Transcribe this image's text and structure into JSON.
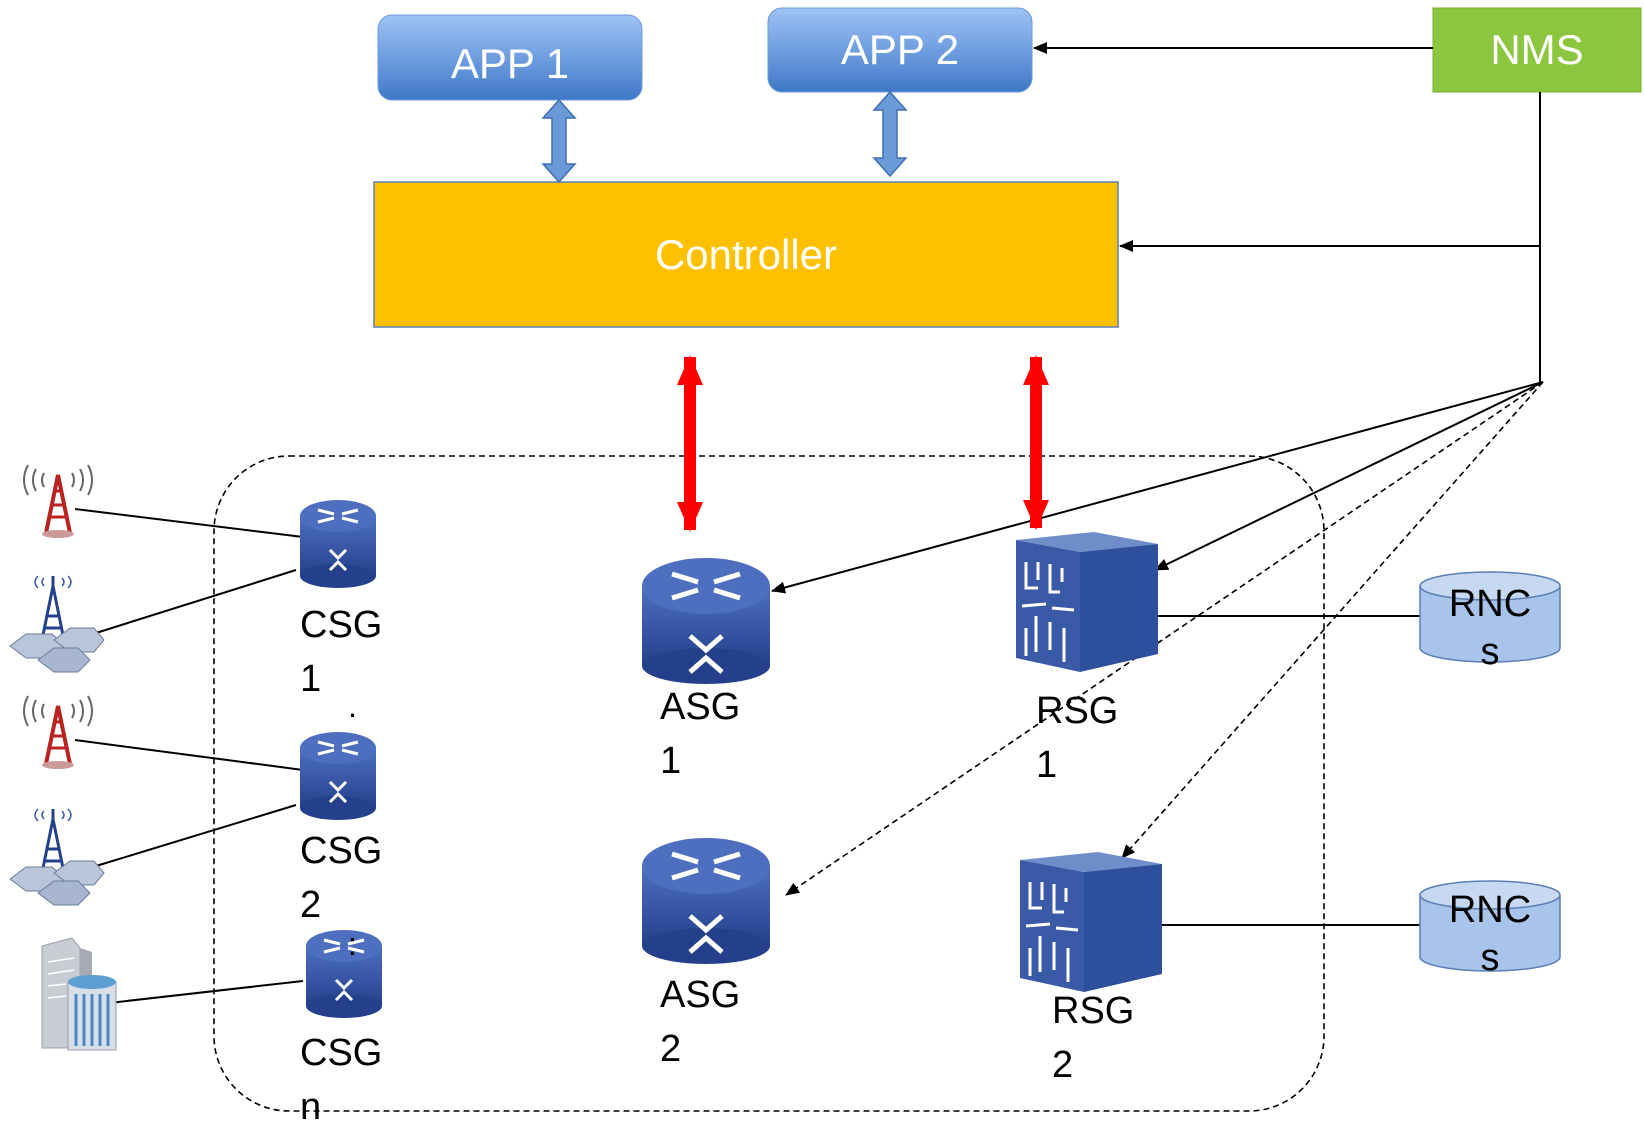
{
  "boxes": {
    "app1": "APP 1",
    "app2": "APP 2",
    "nms": "NMS",
    "controller": "Controller"
  },
  "nodes": {
    "csg1": "CSG\n1",
    "csg2": "CSG\n2",
    "csgn": "CSG\nn",
    "asg1": "ASG\n1",
    "asg2": "ASG\n2",
    "rsg1": "RSG\n1",
    "rsg2": "RSG\n2",
    "rncs1": "RNC\ns",
    "rncs2": "RNC\ns"
  },
  "ellipsis": {
    "dot1": ".",
    "dot2": ":"
  },
  "colors": {
    "app_box": "#5b8fd6",
    "nms_box": "#8cc63f",
    "controller_box": "#ffc000",
    "device_blue": "#3a5aa8",
    "rnc_fill": "#a9c4ea",
    "control_link": "#ff0000"
  }
}
